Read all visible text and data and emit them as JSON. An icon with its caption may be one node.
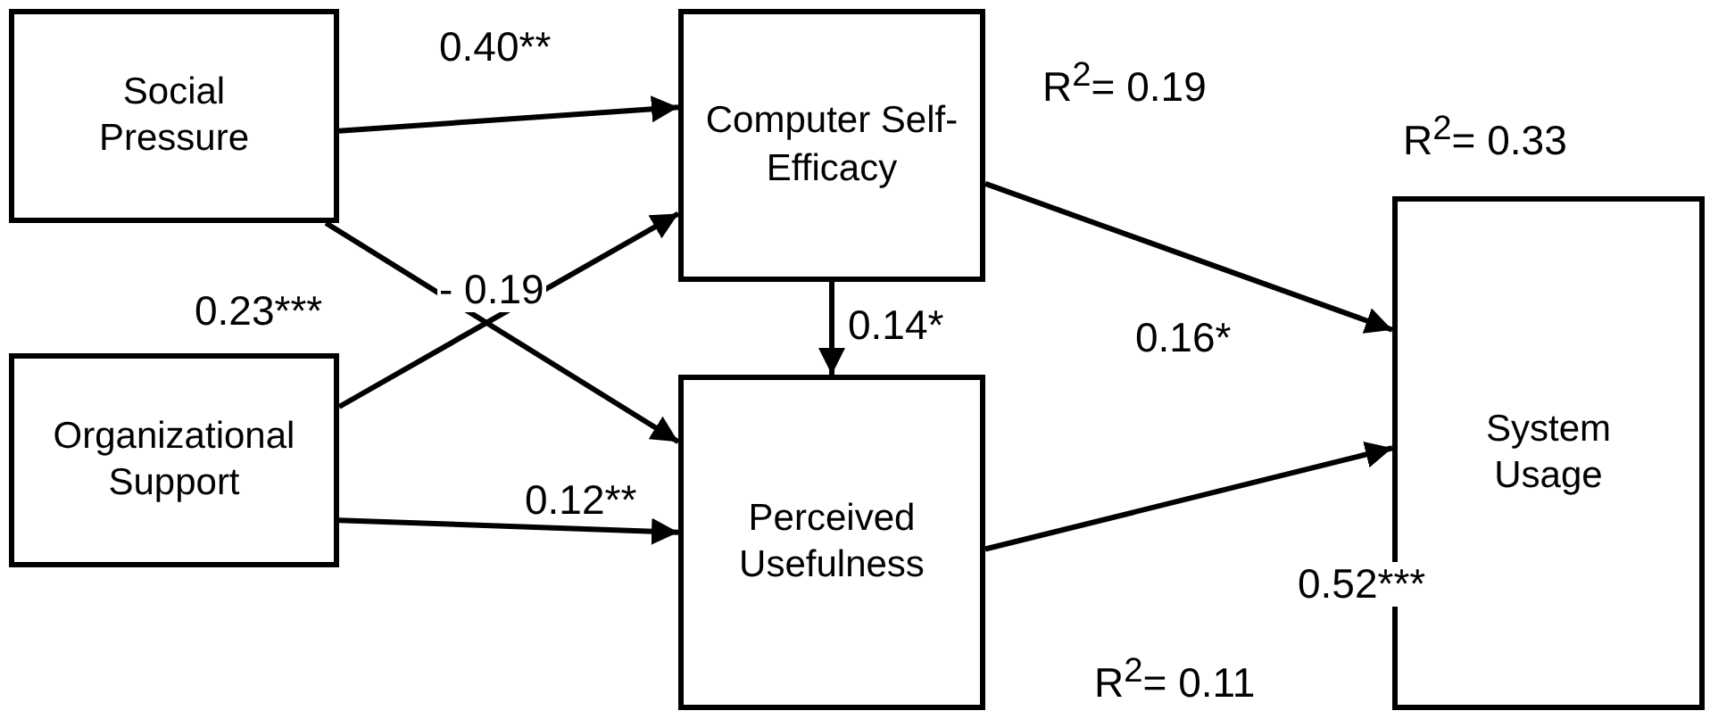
{
  "diagram": {
    "nodes": [
      {
        "text": [
          "Social Pressure"
        ]
      },
      {
        "text": [
          "Computer Self-Efficacy"
        ],
        "beside": [
          "R$^{2}$= 0.19"
        ]
      },
      {
        "text": [
          "System Usage"
        ],
        "beside": [
          "R$^{2}$= 0.33"
        ]
      },
      {
        "text": [
          "Organizational Support"
        ]
      },
      {
        "text": [
          "Perceived Usefulness"
        ],
        "beside": [
          "R$^{2}$= 0.11"
        ]
      }
    ],
    "edges": [
      {
        "from": 0,
        "to": 1,
        "arrow": "to",
        "label": "0.40**"
      },
      {
        "from": 0,
        "to": 4,
        "arrow": "to",
        "label": "0.23***"
      },
      {
        "from": 3,
        "to": 1,
        "arrow": "to",
        "label": "- 0.19"
      },
      {
        "from": 3,
        "to": 4,
        "arrow": "to",
        "label": "0.12**"
      },
      {
        "from": 1,
        "to": 4,
        "arrow": "to",
        "label": "0.14*"
      },
      {
        "from": 1,
        "to": 2,
        "arrow": "to",
        "label": "0.16*"
      },
      {
        "from": 4,
        "to": 2,
        "arrow": "to",
        "label": "0.52***"
      }
    ]
  }
}
